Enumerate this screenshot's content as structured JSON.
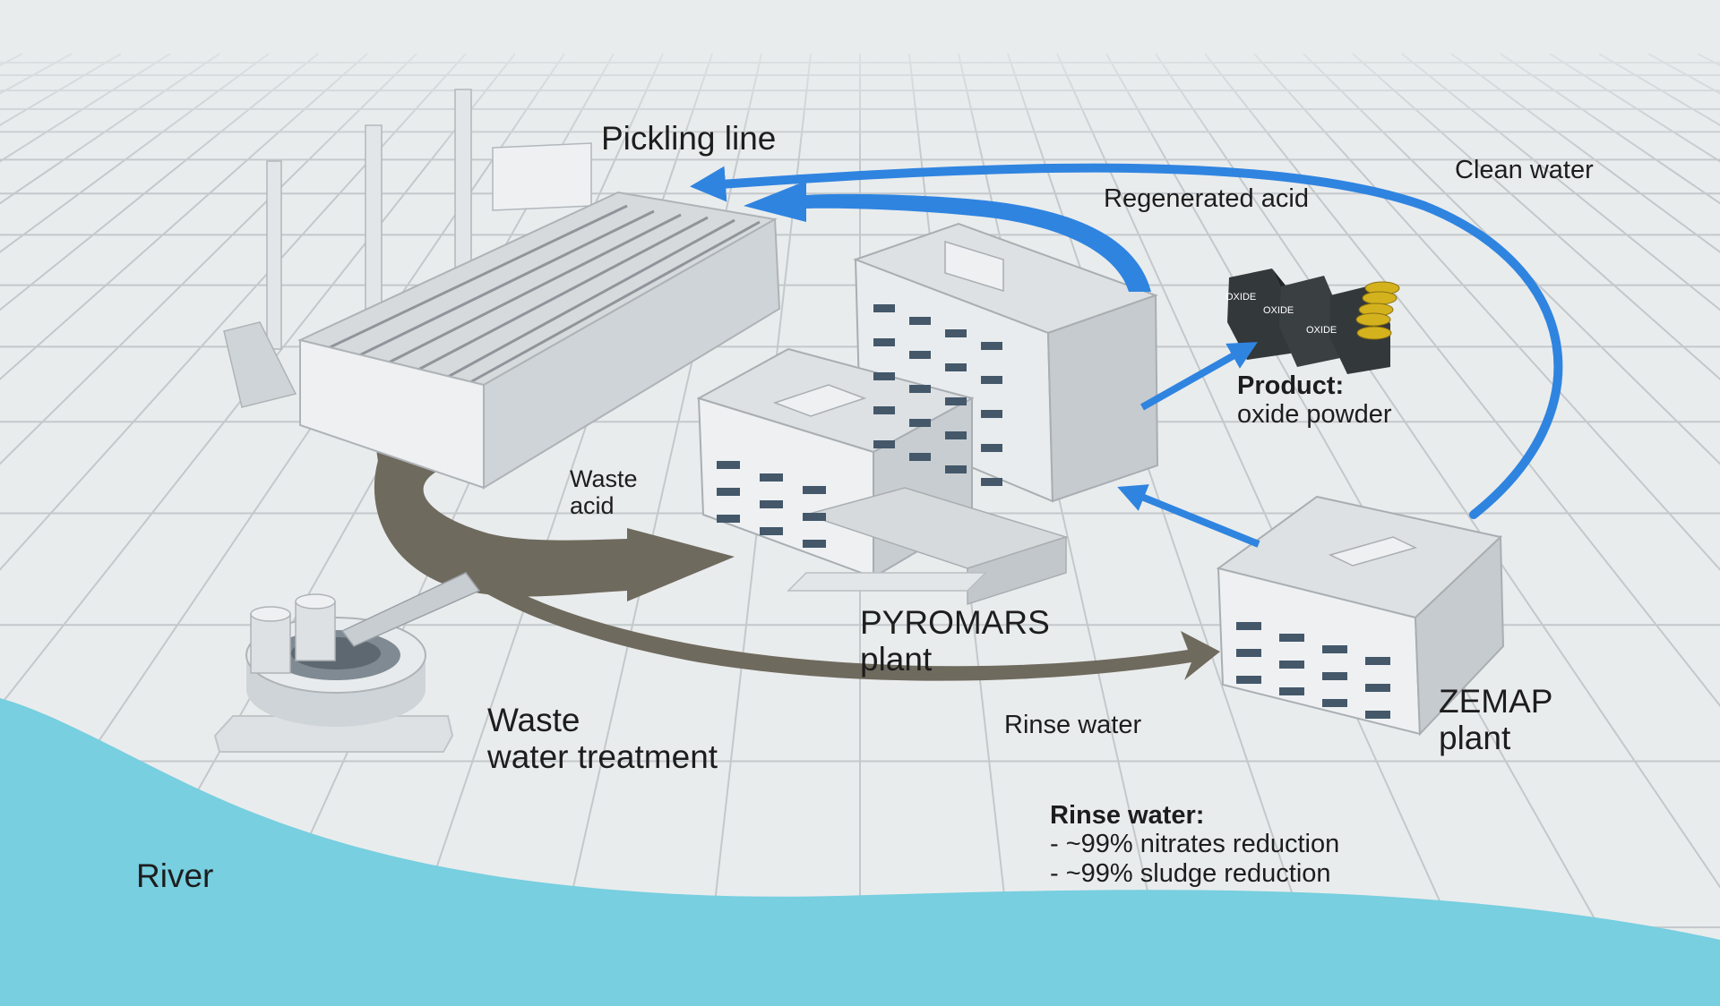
{
  "labels": {
    "pickling_line": "Pickling line",
    "regenerated_acid": "Regenerated acid",
    "clean_water": "Clean water",
    "product_title": "Product:",
    "product_value": "oxide powder",
    "waste_acid_line1": "Waste",
    "waste_acid_line2": "acid",
    "pyromars_line1": "PYROMARS",
    "pyromars_line2": "plant",
    "zemap_line1": "ZEMAP",
    "zemap_line2": "plant",
    "wwt_line1": "Waste",
    "wwt_line2": "water treatment",
    "rinse_water": "Rinse water",
    "river": "River"
  },
  "rinse_note": {
    "title": "Rinse water:",
    "line1": "- ~99% nitrates reduction",
    "line2": "- ~99% sludge reduction"
  },
  "bag_label": "OXIDE",
  "colors": {
    "ground": "#e9eced",
    "grid": "#c3c8cb",
    "river": "#77cfe0",
    "blue_arrow": "#2f84e0",
    "brown_arrow": "#6f6a5e",
    "building": "#dde1e4",
    "building_shade": "#b9bec2",
    "window": "#44586a",
    "bag": "#33383b",
    "coin": "#d4b21e"
  }
}
